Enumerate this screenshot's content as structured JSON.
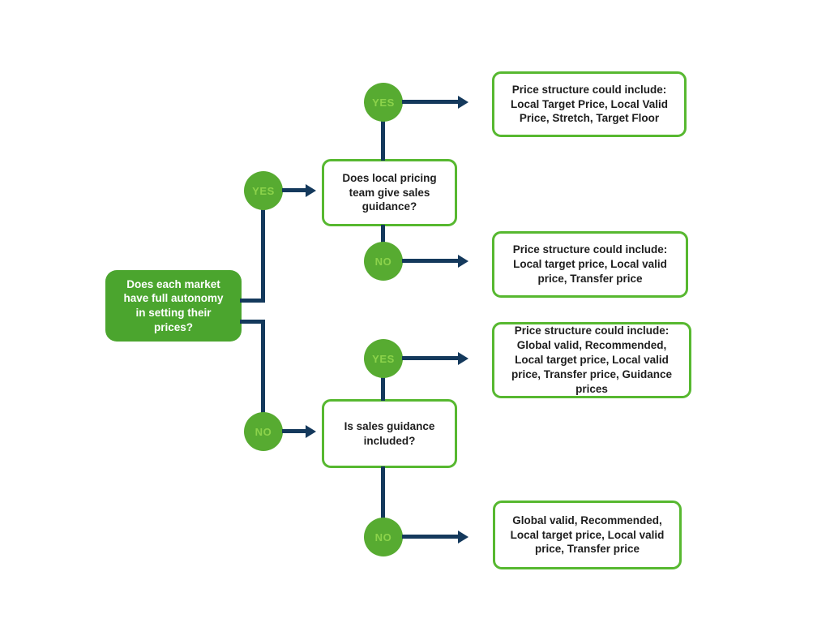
{
  "diagram": {
    "type": "decision-tree-flowchart",
    "colors": {
      "root_node_green": "#4BA52E",
      "circle_green": "#57AB31",
      "circle_label_green": "#8CD34B",
      "box_border_green": "#57B830",
      "connector_navy": "#14395C",
      "box_text": "#1E1E1E",
      "root_text": "#FFFFFF",
      "background": "#FFFFFF"
    },
    "labels": {
      "yes": "YES",
      "no": "NO"
    },
    "nodes": {
      "root_question": "Does each market\nhave full autonomy\nin setting their\nprices?",
      "q_local_pricing_team": "Does local pricing\nteam give sales\nguidance?",
      "q_sales_guidance_included": "Is sales guidance\nincluded?",
      "result_autonomy_guidance": "Price structure could include:\nLocal Target Price, Local Valid\nPrice, Stretch, Target Floor",
      "result_autonomy_no_guidance": "Price structure could include:\nLocal target price, Local valid\nprice, Transfer price",
      "result_central_guidance": "Price structure could include:\nGlobal valid, Recommended,\nLocal target price, Local valid\nprice, Transfer price, Guidance\nprices",
      "result_central_no_guidance": "Global valid, Recommended,\nLocal target price, Local valid\nprice, Transfer price"
    }
  }
}
